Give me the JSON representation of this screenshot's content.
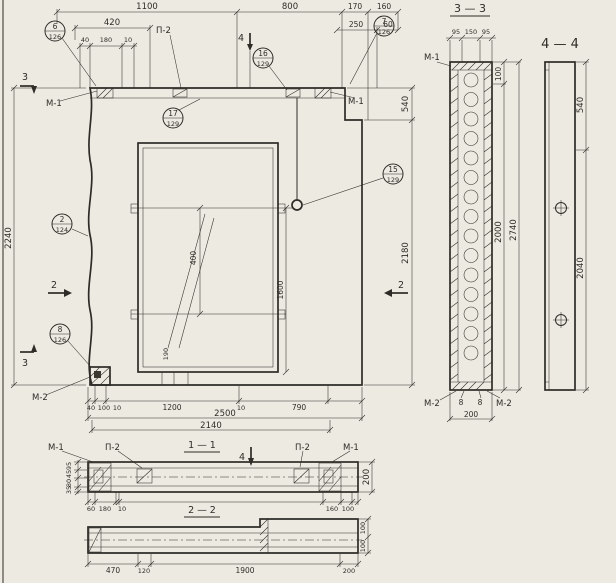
{
  "front": {
    "dims": {
      "top1100": "1100",
      "top800": "800",
      "top170": "170",
      "top160": "160",
      "r420": "420",
      "r250": "250",
      "r60": "60",
      "s40": "40",
      "s180": "180",
      "s10": "10",
      "left2240": "2240",
      "right540": "540",
      "right2180": "2180",
      "in400": "400",
      "in1600": "1600",
      "in190": "190",
      "b40": "40",
      "b100": "100",
      "b10a": "10",
      "b1200": "1200",
      "b10b": "10",
      "b790": "790",
      "b2500": "2500",
      "b2140": "2140"
    },
    "labels": {
      "p2": "П-2",
      "m1_left": "М-1",
      "m1_right": "М-1",
      "m2": "М-2"
    },
    "callouts": {
      "c6_num": "6",
      "c6_sheet": "126",
      "c7_num": "7",
      "c7_sheet": "126",
      "c16_num": "16",
      "c16_sheet": "129",
      "c17_num": "17",
      "c17_sheet": "129",
      "c15_num": "15",
      "c15_sheet": "129",
      "c2_num": "2",
      "c2_sheet": "124",
      "c8_num": "8",
      "c8_sheet": "126"
    },
    "marks": {
      "s3_top": "3",
      "s3_bottom": "3",
      "s2_left": "2",
      "s2_right": "2",
      "s4_top": "4"
    }
  },
  "section33": {
    "title": "3 — 3",
    "dims": {
      "t95a": "95",
      "t150": "150",
      "t95b": "95",
      "r100": "100",
      "r2000": "2000",
      "r2740": "2740",
      "b200": "200",
      "p8a": "8",
      "p8b": "8"
    },
    "labels": {
      "m1": "М-1",
      "m2_left": "М-2",
      "m2_right": "М-2"
    }
  },
  "section44": {
    "title": "4 — 4",
    "dims": {
      "r540": "540",
      "r2040": "2040"
    }
  },
  "section11": {
    "title": "1 — 1",
    "mark4": "4",
    "labels": {
      "m1_left": "М-1",
      "p2_left": "П-2",
      "p2_right": "П-2",
      "m1_right": "М-1"
    },
    "dims": {
      "t95": "95",
      "t45": "45",
      "t80": "80",
      "t35": "35",
      "b60": "60",
      "b180": "180",
      "b10": "10",
      "b160": "160",
      "b100": "100",
      "r200": "200"
    }
  },
  "section22": {
    "title": "2 — 2",
    "dims": {
      "b470": "470",
      "b120": "120",
      "b1900": "1900",
      "b200": "200",
      "r100a": "100",
      "r100b": "100"
    }
  }
}
